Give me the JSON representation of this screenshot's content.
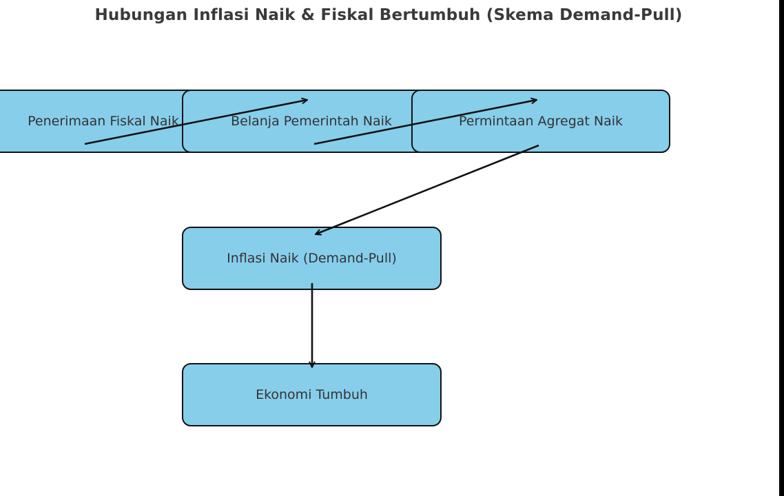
{
  "diagram": {
    "title": "Hubungan Inflasi Naik & Fiskal Bertumbuh (Skema Demand-Pull)",
    "nodes": {
      "penerimaan": "Penerimaan Fiskal Naik",
      "belanja": "Belanja Pemerintah Naik",
      "permintaan": "Permintaan Agregat Naik",
      "inflasi": "Inflasi Naik (Demand-Pull)",
      "ekonomi": "Ekonomi Tumbuh"
    },
    "edges": [
      {
        "from": "penerimaan",
        "to": "belanja"
      },
      {
        "from": "belanja",
        "to": "permintaan"
      },
      {
        "from": "permintaan",
        "to": "inflasi"
      },
      {
        "from": "inflasi",
        "to": "ekonomi"
      }
    ],
    "colors": {
      "node_fill": "#87ceeb",
      "node_border": "#111111",
      "arrow": "#111111"
    }
  }
}
